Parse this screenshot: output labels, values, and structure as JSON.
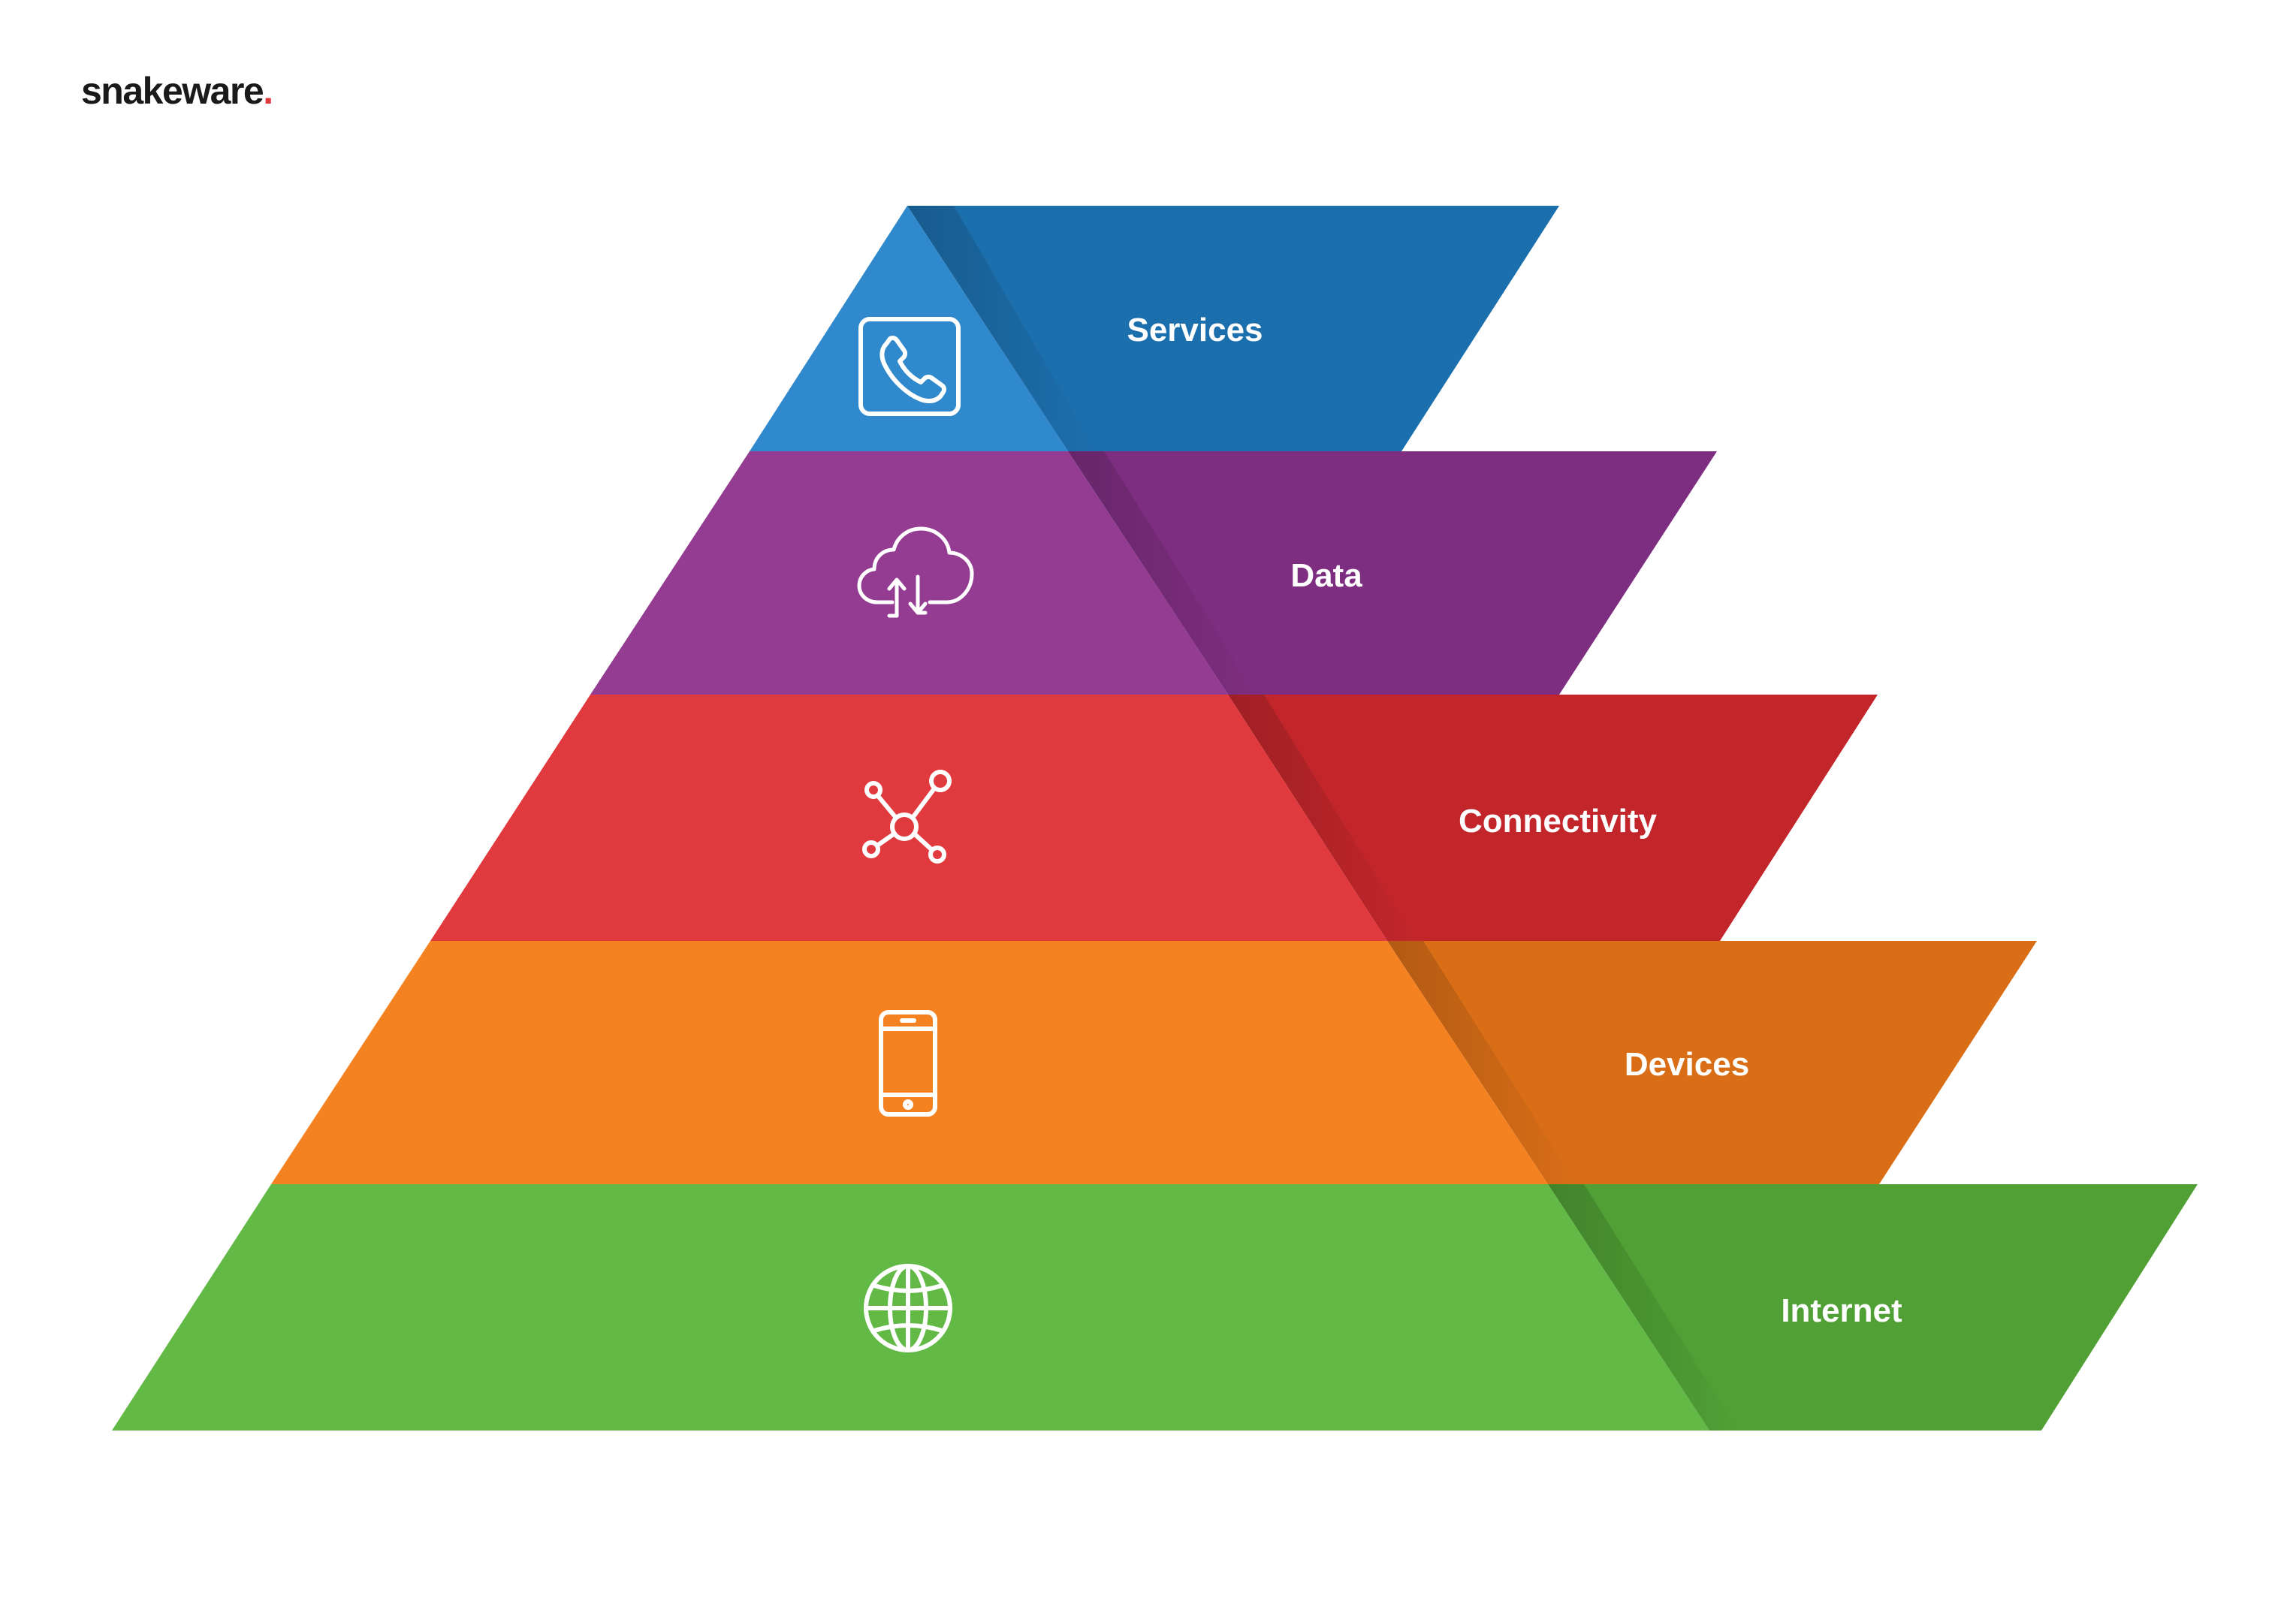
{
  "brand": {
    "name": "snakeware",
    "dot": "."
  },
  "diagram": {
    "layers": [
      {
        "label": "Services",
        "icon": "phone-icon",
        "front_color": "#2f89cc",
        "side_color": "#1c6fad"
      },
      {
        "label": "Data",
        "icon": "cloud-sync-icon",
        "front_color": "#933c92",
        "side_color": "#7e2e80"
      },
      {
        "label": "Connectivity",
        "icon": "network-icon",
        "front_color": "#e03a3e",
        "side_color": "#c2262b"
      },
      {
        "label": "Devices",
        "icon": "smartphone-icon",
        "front_color": "#f58220",
        "side_color": "#d96e17"
      },
      {
        "label": "Internet",
        "icon": "globe-icon",
        "front_color": "#63b946",
        "side_color": "#50a035"
      }
    ]
  }
}
